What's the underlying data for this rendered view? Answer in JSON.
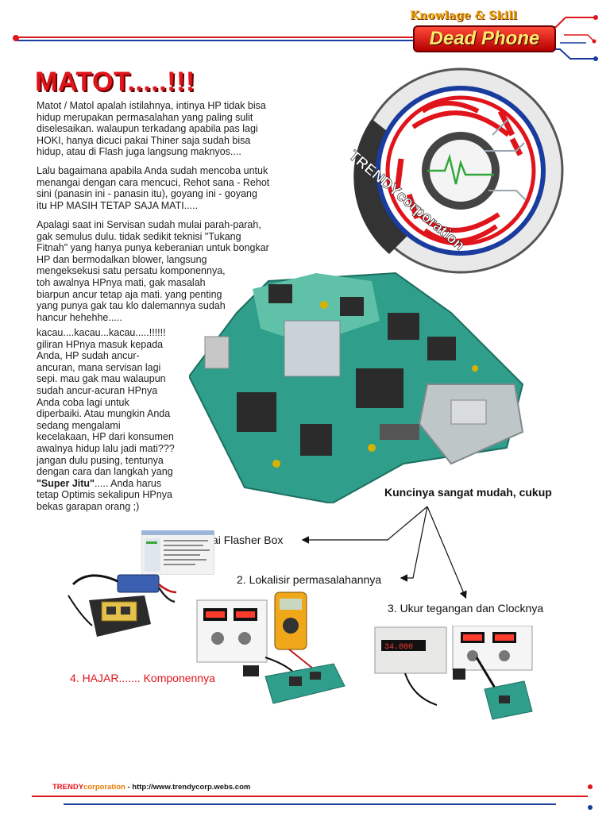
{
  "header": {
    "tagline": "Knowlage & Skill",
    "brand": "Dead Phone"
  },
  "title": "MATOT.....!!!",
  "paragraphs": [
    "Matot / Matol apalah istilahnya, intinya HP tidak bisa\nhidup merupakan permasalahan yang paling sulit\ndiselesaikan. walaupun terkadang apabila pas lagi\nHOKI, hanya dicuci pakai Thiner saja sudah bisa\nhidup, atau di Flash juga langsung maknyos....",
    "Lalu bagaimana apabila Anda sudah mencoba untuk\nmenangai dengan cara mencuci, Rehot sana - Rehot\nsini (panasin ini - panasin itu), goyang ini - goyang\nitu HP MASIH TETAP SAJA MATI.....",
    "Apalagi saat ini Servisan sudah mulai parah-parah,\ngak semulus dulu. tidak sedikit teknisi \"Tukang\nFitnah\" yang hanya punya keberanian untuk bongkar\nHP dan bermodalkan blower, langsung\nmengeksekusi satu persatu komponennya,\ntoh awalnya HPnya mati, gak masalah\nbiarpun ancur tetap aja mati. yang penting\nyang punya gak tau klo dalemannya sudah\nhancur hehehhe.....",
    "kacau....kacau...kacau.....!!!!!!\ngiliran HPnya masuk kepada\nAnda, HP sudah ancur-\nancuran, mana servisan lagi\nsepi. mau gak mau walaupun\nsudah ancur-acuran HPnya\nAnda coba lagi untuk\ndiperbaiki. Atau mungkin Anda\nsedang mengalami\nkecelakaan, HP dari konsumen\nawalnya hidup lalu jadi mati???\njangan dulu pusing, tentunya\ndengan cara dan langkah yang"
  ],
  "para4_bold": "\"Super Jitu\"",
  "para4_tail": "..... Anda harus",
  "para4_end": "tetap Optimis sekalipun HPnya\nbekas garapan orang ;)",
  "logo": {
    "text": "TRENDYcorporation"
  },
  "key_title": "Kuncinya sangat mudah, cukup",
  "steps": [
    "1. Cek pakai Flasher Box",
    "2. Lokalisir permasalahannya",
    "3. Ukur tegangan dan Clocknya",
    "4. HAJAR....... Komponennya"
  ],
  "footer": {
    "brand_red": "TRENDY",
    "brand_orange": "corporation",
    "sep": " - ",
    "url": "http://www.trendycorp.webs.com"
  },
  "colors": {
    "accent_red": "#e0141b",
    "accent_blue": "#1a3c9e",
    "pcb_teal": "#3fb8b0"
  }
}
